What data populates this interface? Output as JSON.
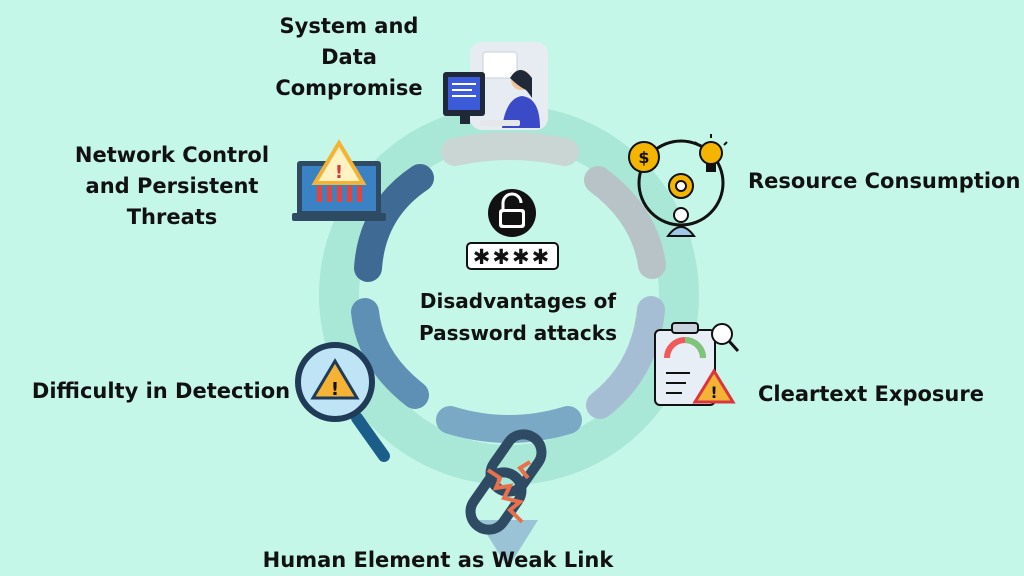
{
  "center": {
    "title_line1": "Disadvantages of",
    "title_line2": "Password attacks",
    "password_mask": "✱✱✱✱"
  },
  "nodes": [
    {
      "id": "system-data-compromise",
      "lines": [
        "System and",
        "Data",
        "Compromise"
      ],
      "icon": "person-at-computer-icon"
    },
    {
      "id": "resource-consumption",
      "lines": [
        "Resource Consumption"
      ],
      "icon": "resource-cycle-icon"
    },
    {
      "id": "cleartext-exposure",
      "lines": [
        "Cleartext Exposure"
      ],
      "icon": "clipboard-warning-icon"
    },
    {
      "id": "human-element",
      "lines": [
        "Human Element as Weak Link"
      ],
      "icon": "broken-chain-icon"
    },
    {
      "id": "difficulty-detection",
      "lines": [
        "Difficulty in Detection"
      ],
      "icon": "magnifier-warning-icon"
    },
    {
      "id": "network-control",
      "lines": [
        "Network Control",
        "and Persistent",
        "Threats"
      ],
      "icon": "laptop-warning-icon"
    }
  ],
  "colors": {
    "background": "#c5f7e8",
    "ring_track": "#a9e7d6",
    "segments": [
      "#c9d6d4",
      "#b8c3c8",
      "#a6bed3",
      "#7aa9c6",
      "#5e90b5",
      "#3f6a94"
    ]
  }
}
